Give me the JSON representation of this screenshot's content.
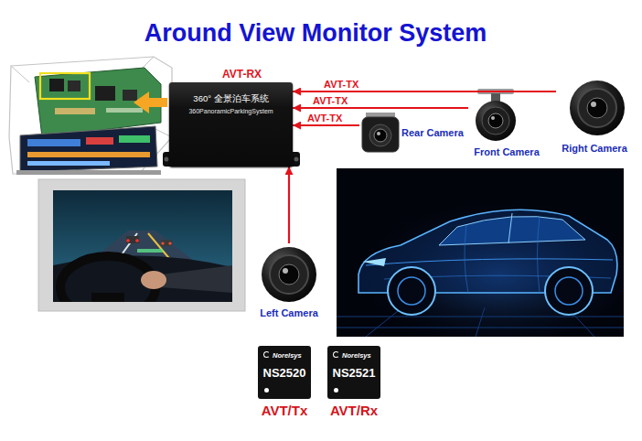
{
  "diagram": {
    "title": "Around View Monitor System",
    "nodes": [
      {
        "text": [
          "AVT-RX",
          "360° 全景泊车系统",
          "360PanoramicParkingSystem"
        ]
      },
      {
        "text": [
          "Rear Camera"
        ]
      },
      {
        "text": [
          "Front Camera"
        ]
      },
      {
        "text": [
          "Right Camera"
        ]
      },
      {
        "text": [
          "Left Camera"
        ]
      },
      {
        "text": [
          "Norelsys",
          "NS2520",
          "AVT/Tx"
        ]
      },
      {
        "text": [
          "Norelsys",
          "NS2521",
          "AVT/Rx"
        ]
      }
    ],
    "edges": [
      {
        "from": 3,
        "to": 0,
        "arrow": "to",
        "label": "AVT-TX"
      },
      {
        "from": 2,
        "to": 0,
        "arrow": "to",
        "label": "AVT-TX"
      },
      {
        "from": 1,
        "to": 0,
        "arrow": "to",
        "label": "AVT-TX"
      },
      {
        "from": 4,
        "to": 0,
        "arrow": "to"
      }
    ]
  }
}
